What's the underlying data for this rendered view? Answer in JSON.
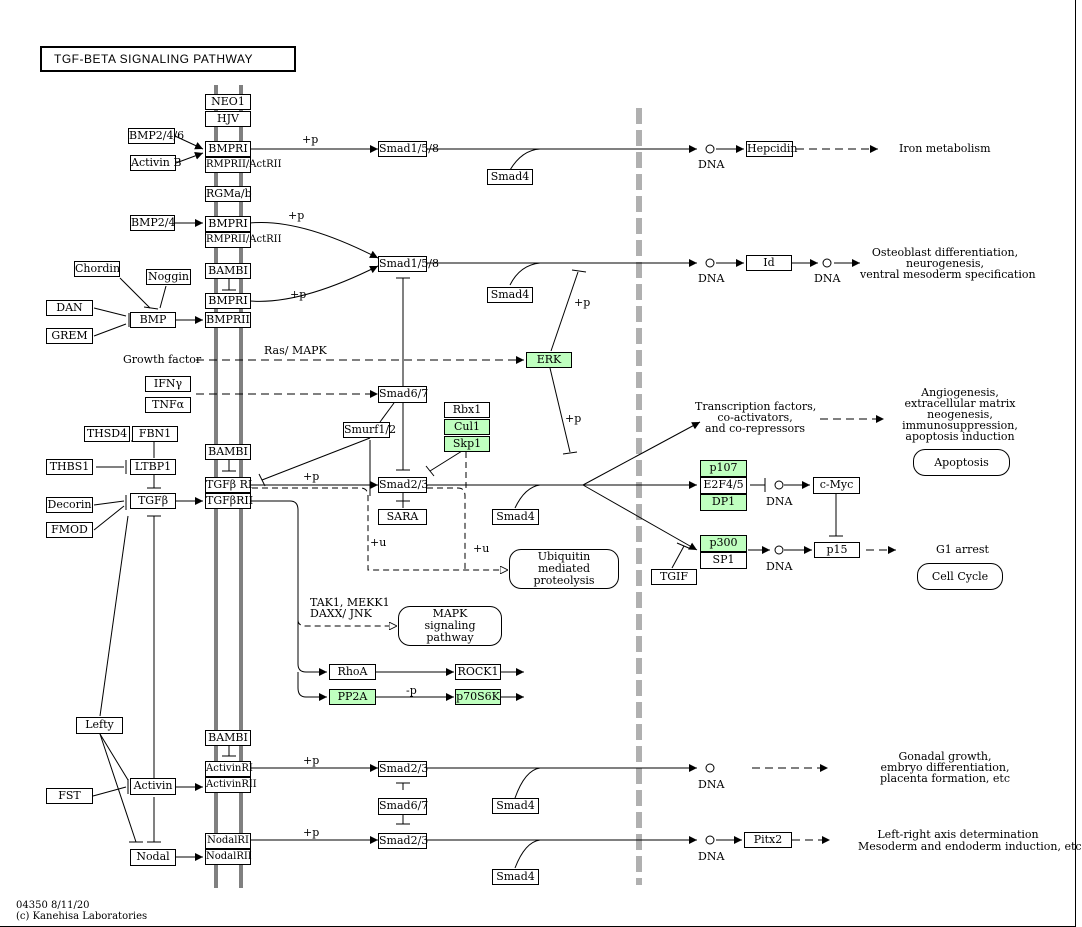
{
  "title": "TGF-BETA SIGNALING PATHWAY",
  "footer": {
    "code": "04350 8/11/20",
    "copyright": "(c) Kanehisa Laboratories"
  },
  "nodes": {
    "neo1": "NEO1",
    "hjv": "HJV",
    "bmpri_a": "BMPRI",
    "rmprii_a": "RMPRII/ActRII",
    "rgma": "RGMa/b",
    "bmp246": "BMP2/4/6",
    "activinb": "Activin B",
    "bmp24": "BMP2/4",
    "bmpri_b": "BMPRI",
    "rmprii_b": "RMPRII/ActRII",
    "chordin": "Chordin",
    "noggin": "Noggin",
    "dan": "DAN",
    "grem": "GREM",
    "bmp": "BMP",
    "bambi1": "BAMBI",
    "bmpri_c": "BMPRI",
    "bmprii_c": "BMPRII",
    "smad158_a": "Smad1/5/8",
    "smad4_a": "Smad4",
    "hepcidin": "Hepcidin",
    "smad158_b": "Smad1/5/8",
    "smad4_b": "Smad4",
    "id": "Id",
    "erk": "ERK",
    "ifng": "IFNγ",
    "tnfa": "TNFα",
    "smad67_a": "Smad6/7",
    "rbx1": "Rbx1",
    "cul1": "Cul1",
    "skp1": "Skp1",
    "smurf12": "Smurf1/2",
    "thsd4": "THSD4",
    "fbn1": "FBN1",
    "thbs1": "THBS1",
    "ltbp1": "LTBP1",
    "decorin": "Decorin",
    "fmod": "FMOD",
    "tgfb": "TGFβ",
    "bambi2": "BAMBI",
    "tgfbri": "TGFβ RI",
    "tgfbrii": "TGFβRII",
    "smad23_a": "Smad2/3",
    "sara": "SARA",
    "smad4_c": "Smad4",
    "p107": "p107",
    "e2f45": "E2F4/5",
    "dp1": "DP1",
    "cmyc": "c-Myc",
    "p300": "p300",
    "sp1": "SP1",
    "tgif": "TGIF",
    "p15": "p15",
    "rhoa": "RhoA",
    "rock1": "ROCK1",
    "pp2a": "PP2A",
    "p70s6k": "p70S6K",
    "lefty": "Lefty",
    "fst": "FST",
    "activin": "Activin",
    "nodal": "Nodal",
    "bambi3": "BAMBI",
    "activinri": "ActivinRI",
    "activinrii": "ActivinRII",
    "smad23_b": "Smad2/3",
    "smad67_b": "Smad6/7",
    "smad4_d": "Smad4",
    "nodalri": "NodalRI",
    "nodalrii": "NodalRII",
    "smad23_c": "Smad2/3",
    "smad4_e": "Smad4",
    "pitx2": "Pitx2"
  },
  "pathways": {
    "apoptosis": "Apoptosis",
    "cellcycle": "Cell Cycle",
    "ubiquitin": "Ubiquitin mediated proteolysis",
    "mapk": "MAPK signaling pathway"
  },
  "labels": {
    "iron": "Iron metabolism",
    "osteo1": "Osteoblast differentiation,",
    "osteo2": "neurogenesis,",
    "osteo3": "ventral mesoderm specification",
    "angio1": "Angiogenesis,",
    "angio2": "extracellular matrix",
    "angio3": "neogenesis,",
    "angio4": "immunosuppression,",
    "angio5": "apoptosis induction",
    "tf1": "Transcription factors,",
    "tf2": "co-activators,",
    "tf3": "and co-repressors",
    "g1": "G1 arrest",
    "gon1": "Gonadal growth,",
    "gon2": "embryo differentiation,",
    "gon3": "placenta formation, etc",
    "lr1": "Left-right axis determination",
    "lr2": "Mesoderm and endoderm induction, etc",
    "growth": "Growth factor",
    "rasmapk": "Ras/ MAPK",
    "tak1": "TAK1, MEKK1",
    "daxx": "DAXX/ JNK",
    "dna": "DNA",
    "plusp": "+p",
    "minusp": "-p",
    "plusu": "+u"
  }
}
